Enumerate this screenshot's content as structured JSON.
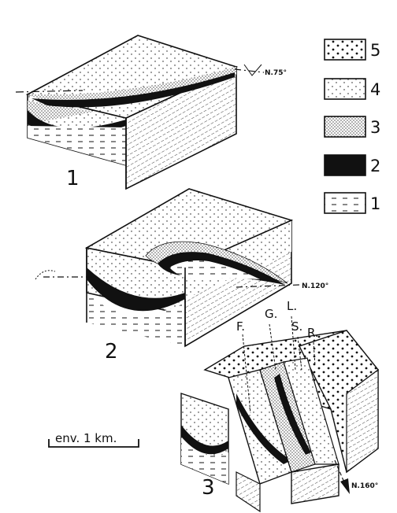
{
  "blocks": [
    {
      "label": "1",
      "azimuth": "N.75°"
    },
    {
      "label": "2",
      "azimuth": "N.120°"
    },
    {
      "label": "3",
      "azimuth": "N.160°"
    }
  ],
  "faults": [
    "F.",
    "G.",
    "L.",
    "S.",
    "R."
  ],
  "legend": [
    {
      "number": "5",
      "pattern": "coarse-dots"
    },
    {
      "number": "4",
      "pattern": "sparse-dots"
    },
    {
      "number": "3",
      "pattern": "fine-stipple"
    },
    {
      "number": "2",
      "pattern": "solid-black"
    },
    {
      "number": "1",
      "pattern": "dashes"
    }
  ],
  "scale_bar": {
    "label": "env. 1 km."
  },
  "colors": {
    "ink": "#111111",
    "paper": "#ffffff"
  }
}
